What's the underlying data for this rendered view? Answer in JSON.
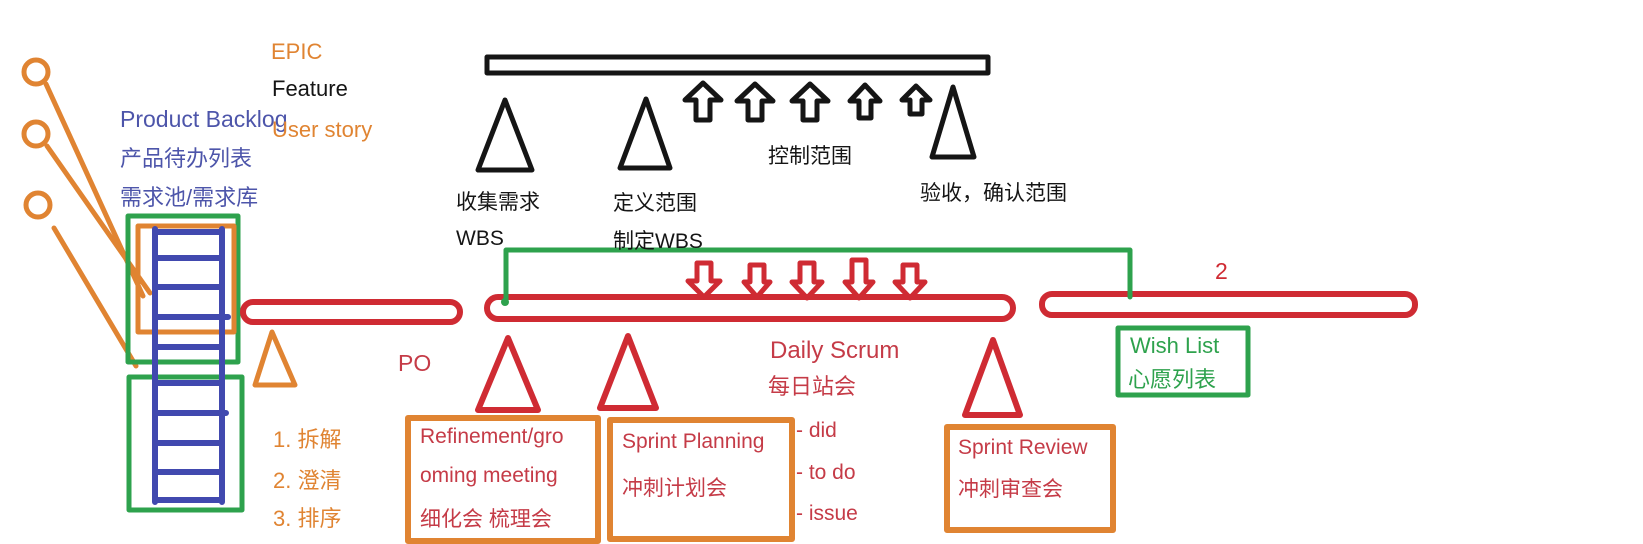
{
  "colors": {
    "orange": "#E08432",
    "red": "#CF2B33",
    "red_text": "#C53B47",
    "green": "#2EA24D",
    "blue": "#4149AF",
    "blue_text": "#4D55AA",
    "black": "#151515"
  },
  "legend": {
    "epic": "EPIC",
    "feature": "Feature",
    "user_story": "User story"
  },
  "backlog": {
    "title_en": "Product Backlog",
    "title_zh": "产品待办列表",
    "alias_zh": "需求池/需求库",
    "po": "PO",
    "refine_steps": [
      "1. 拆解",
      "2. 澄清",
      "3. 排序"
    ]
  },
  "pm_process": {
    "collect_zh": "收集需求",
    "collect_en": "WBS",
    "define_zh": "定义范围",
    "define_wbs": "制定WBS",
    "control_scope": "控制范围",
    "acceptance": "验收，确认范围"
  },
  "scrum": {
    "daily_en": "Daily Scrum",
    "daily_zh": "每日站会",
    "daily_points": [
      "- did",
      "- to do",
      "- issue"
    ],
    "meetings": [
      {
        "lines": [
          "Refinement/gro",
          "oming meeting",
          "细化会 梳理会"
        ]
      },
      {
        "lines": [
          "Sprint Planning",
          "冲刺计划会"
        ]
      },
      {
        "lines": [
          "Sprint Review",
          "冲刺审查会"
        ]
      }
    ],
    "sprint_count": "2",
    "wishlist_en": "Wish List",
    "wishlist_zh": "心愿列表"
  }
}
